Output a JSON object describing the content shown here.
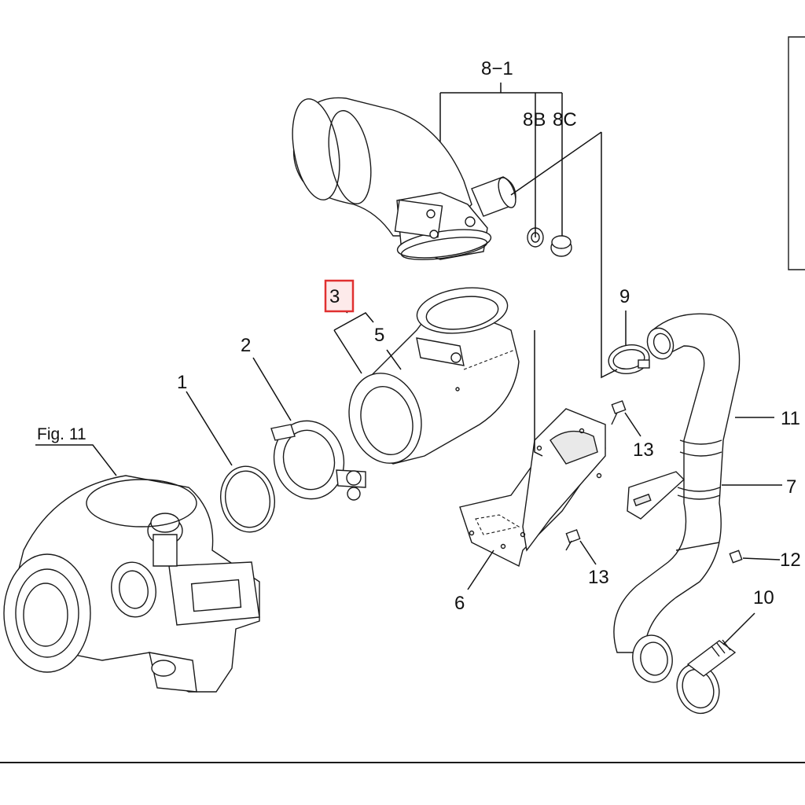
{
  "callouts": {
    "c8_1": "8−1",
    "c8b": "8B",
    "c8c": "8C",
    "c9": "9",
    "c3": "3",
    "c5": "5",
    "c2": "2",
    "c1": "1",
    "c11": "11",
    "c13a": "13",
    "c13b": "13",
    "c7": "7",
    "c12": "12",
    "c6": "6",
    "c10": "10"
  },
  "figure_reference": "Fig. 11",
  "highlight_color": "#e03030"
}
